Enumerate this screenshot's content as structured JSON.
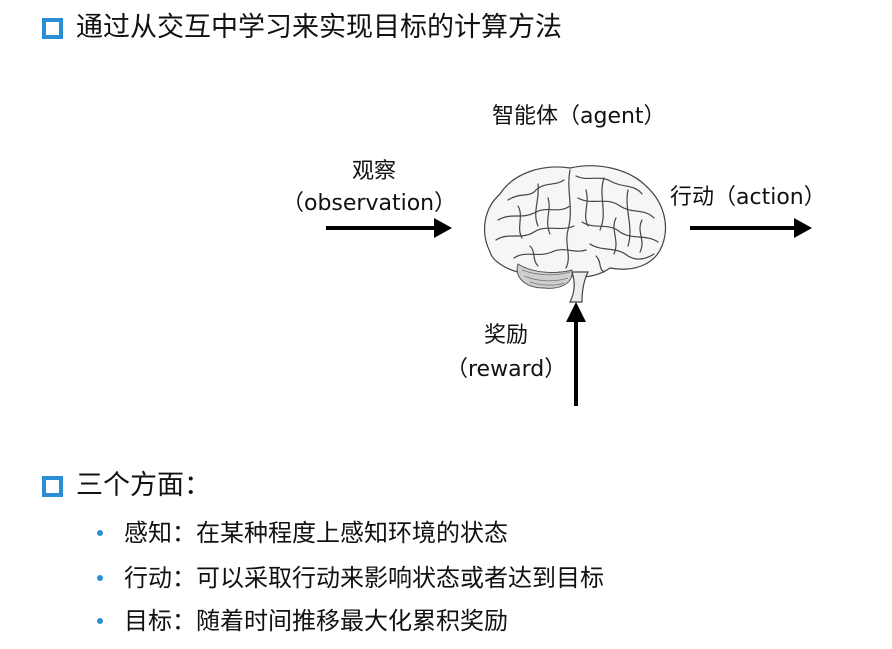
{
  "heading1": "通过从交互中学习来实现目标的计算方法",
  "diagram": {
    "agent_label": "智能体（agent）",
    "observation_label_zh": "观察",
    "observation_label_en": "（observation）",
    "action_label": "行动（action）",
    "reward_label_zh": "奖励",
    "reward_label_en": "（reward）",
    "center_icon": "brain-icon"
  },
  "heading2": "三个方面：",
  "aspects": [
    {
      "term": "感知",
      "desc": "在某种程度上感知环境的状态"
    },
    {
      "term": "行动",
      "desc": "可以采取行动来影响状态或者达到目标"
    },
    {
      "term": "目标",
      "desc": "随着时间推移最大化累积奖励"
    }
  ],
  "separator": "：",
  "colors": {
    "accent": "#2a8fd6",
    "text": "#111111",
    "arrow": "#000000"
  }
}
